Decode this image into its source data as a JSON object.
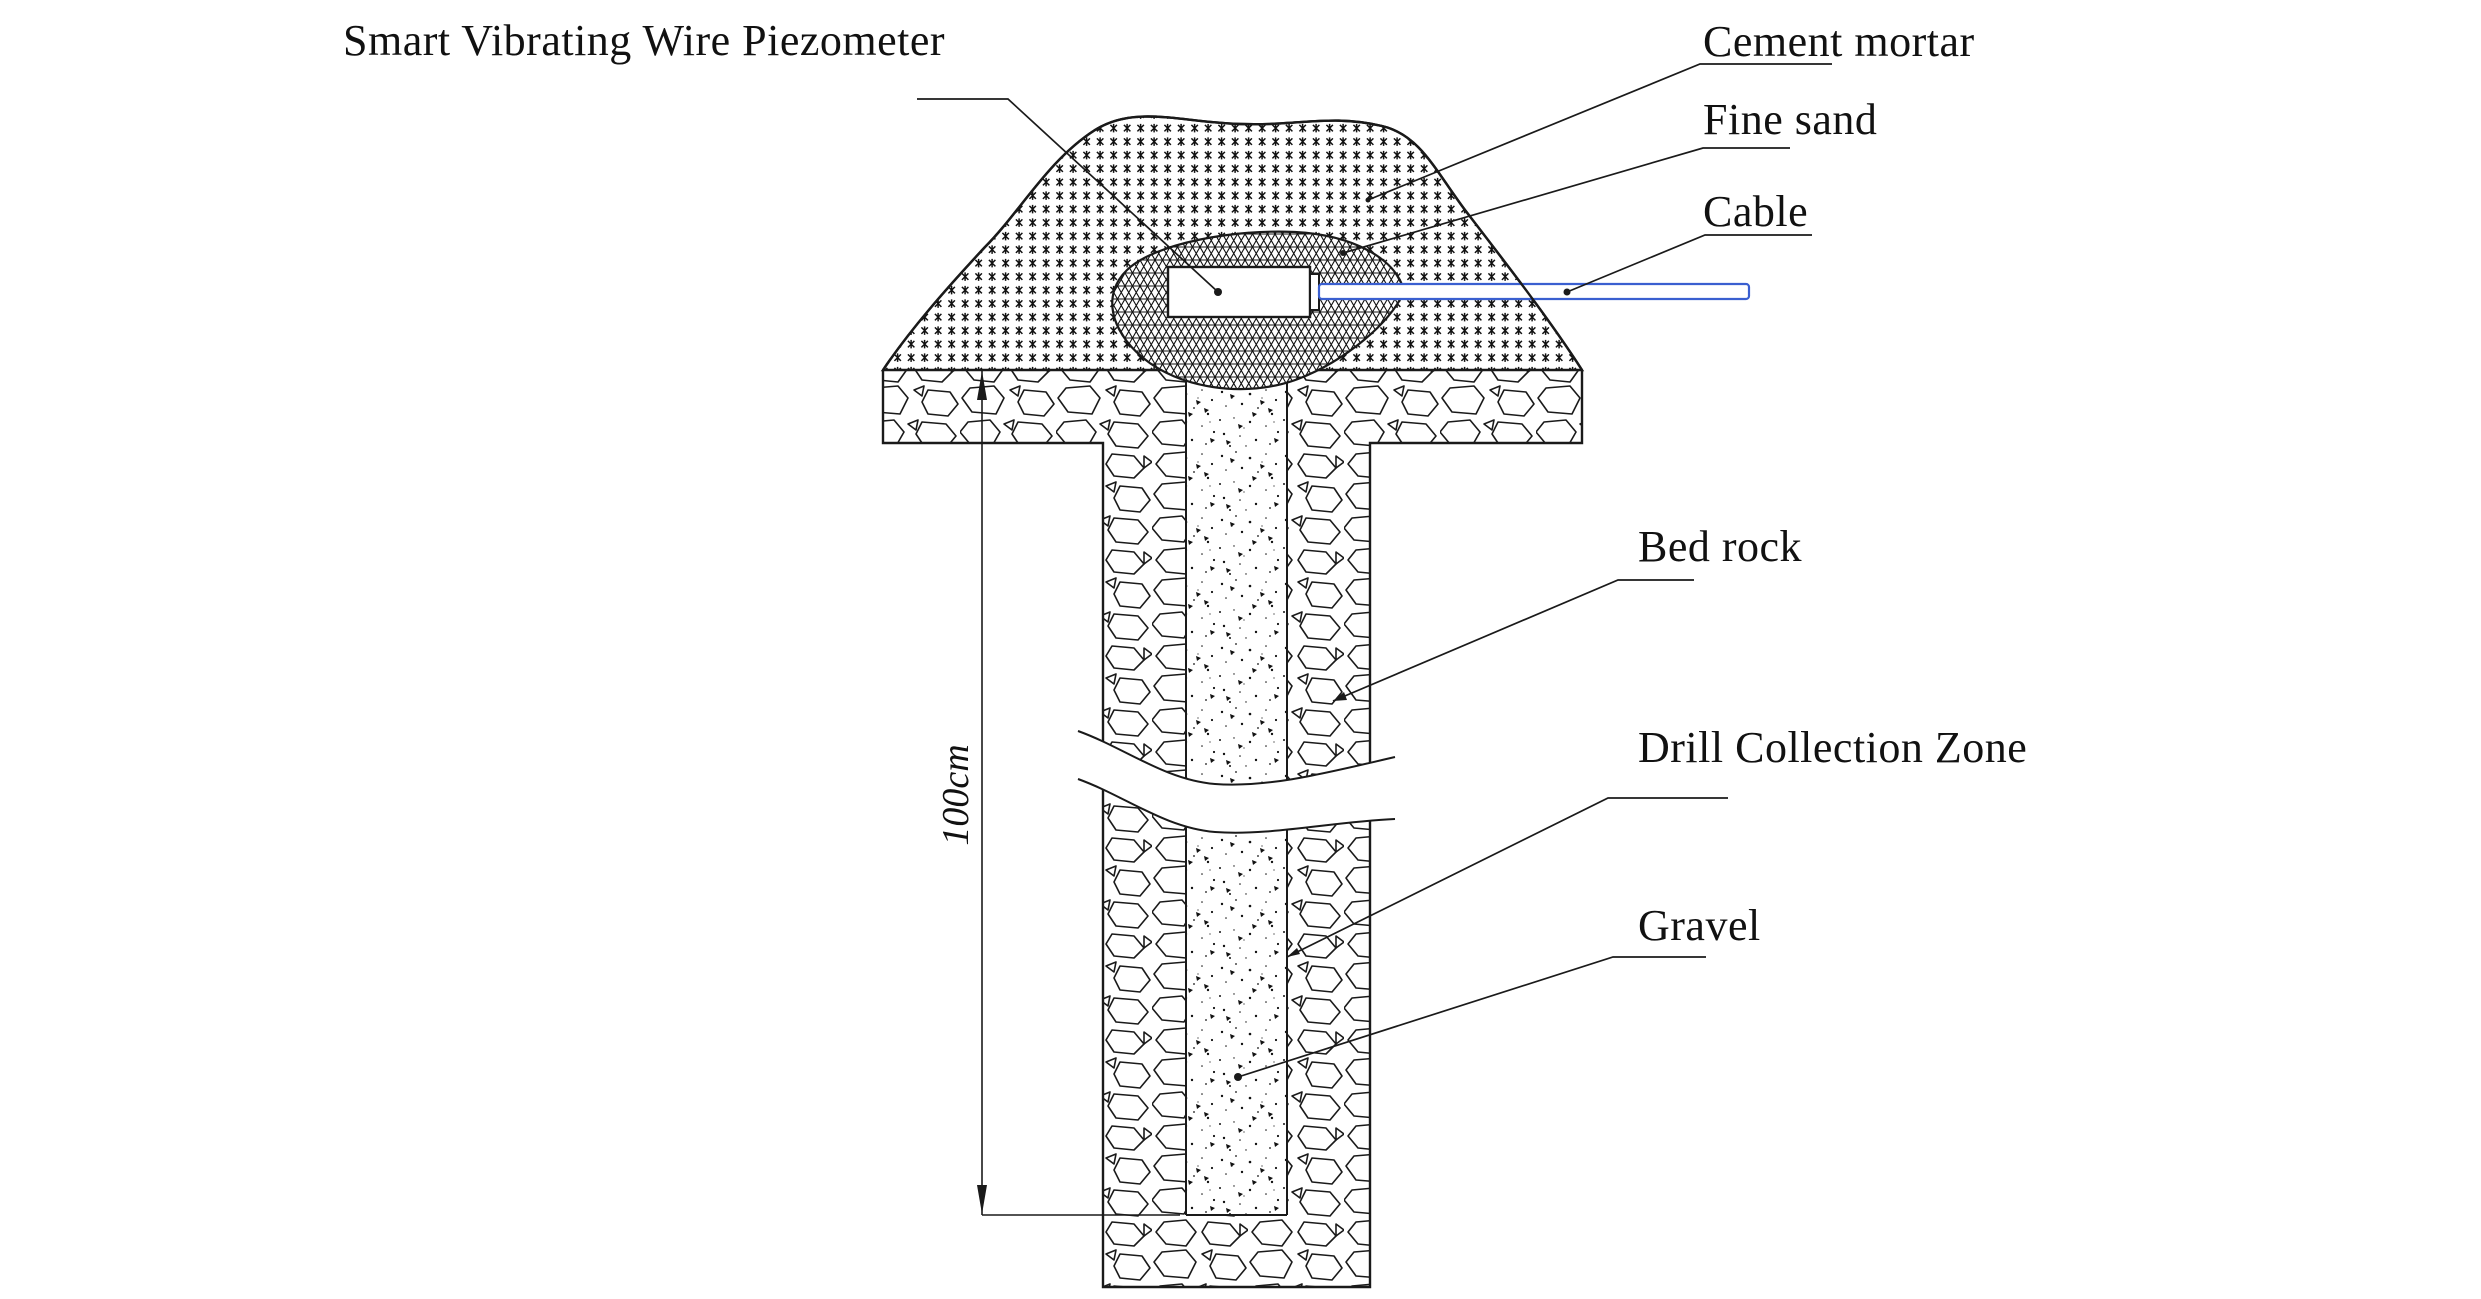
{
  "diagram": {
    "type": "piezometer-installation-cross-section",
    "labels": {
      "piezometer": "Smart Vibrating Wire Piezometer",
      "cement_mortar": "Cement mortar",
      "fine_sand": "Fine sand",
      "cable": "Cable",
      "bed_rock": "Bed rock",
      "drill_collection_zone": "Drill Collection Zone",
      "gravel": "Gravel"
    },
    "dimension": {
      "value": "100cm"
    },
    "colors": {
      "line": "#1a1a1a",
      "cable": "#3a5fd0",
      "background": "#ffffff",
      "text": "#111111"
    }
  }
}
